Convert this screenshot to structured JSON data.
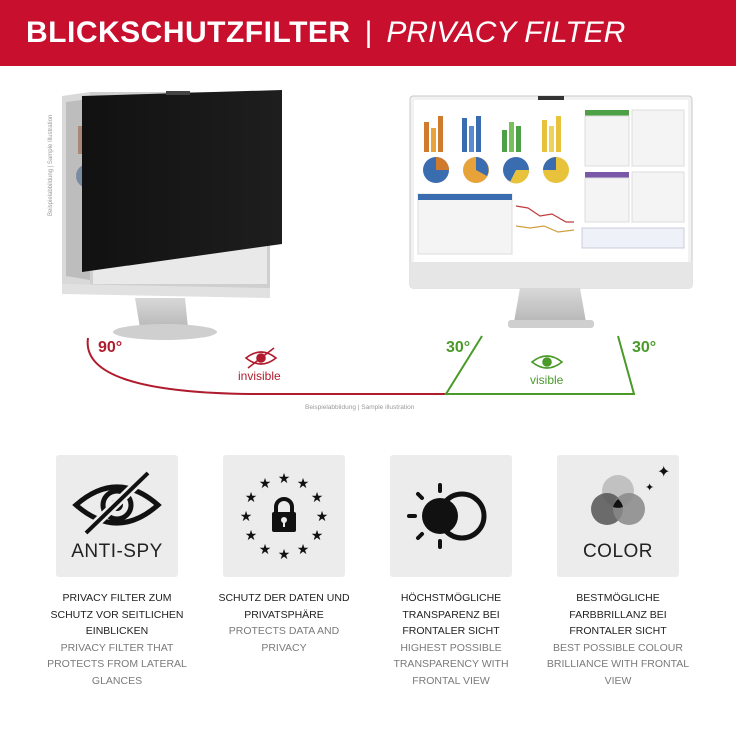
{
  "banner": {
    "title_de": "BLICKSCHUTZFILTER",
    "separator": "|",
    "title_en": "PRIVACY FILTER",
    "background": "#c8102e"
  },
  "hero": {
    "angle_left": "90°",
    "angle_mid": "30°",
    "angle_right": "30°",
    "invisible_label": "invisible",
    "visible_label": "visible",
    "sample_note": "Beispielabbildung | Sample illustration",
    "colors": {
      "invisible": "#b01c2e",
      "visible": "#4a9a2a"
    }
  },
  "features": [
    {
      "icon": "eye-crossed-icon",
      "label": "ANTI-SPY",
      "de": "PRIVACY FILTER ZUM SCHUTZ VOR SEITLICHEN EINBLICKEN",
      "en": "PRIVACY FILTER THAT PROTECTS FROM LATERAL GLANCES"
    },
    {
      "icon": "eu-stars-lock-icon",
      "label": "",
      "de": "SCHUTZ DER DATEN UND PRIVATSPHÄRE",
      "en": "PROTECTS DATA AND PRIVACY"
    },
    {
      "icon": "sun-lens-icon",
      "label": "",
      "de": "HÖCHSTMÖGLICHE TRANSPARENZ BEI FRONTALER SICHT",
      "en": "HIGHEST POSSIBLE TRANSPARENCY WITH FRONTAL VIEW"
    },
    {
      "icon": "color-circles-icon",
      "label": "COLOR",
      "de": "BESTMÖGLICHE FARBBRILLANZ BEI FRONTALER SICHT",
      "en": "BEST POSSIBLE COLOUR BRILLIANCE WITH FRONTAL VIEW"
    }
  ]
}
